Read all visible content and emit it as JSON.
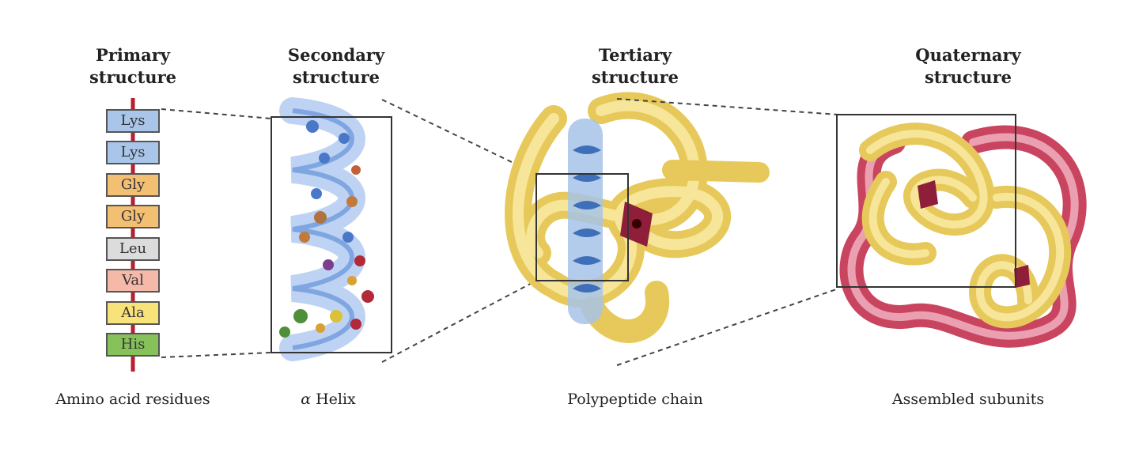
{
  "headings": {
    "primary": [
      "Primary",
      "structure"
    ],
    "secondary": [
      "Secondary",
      "structure"
    ],
    "tertiary": [
      "Tertiary",
      "structure"
    ],
    "quaternary": [
      "Quaternary",
      "structure"
    ]
  },
  "captions": {
    "primary": "Amino acid residues",
    "secondary_greek": "α",
    "secondary_rest": " Helix",
    "tertiary": "Polypeptide chain",
    "quaternary": "Assembled subunits"
  },
  "residues": [
    {
      "label": "Lys",
      "color": "#a9c6ea"
    },
    {
      "label": "Lys",
      "color": "#a9c6ea"
    },
    {
      "label": "Gly",
      "color": "#f3bf72"
    },
    {
      "label": "Gly",
      "color": "#f3bf72"
    },
    {
      "label": "Leu",
      "color": "#dcdcdc"
    },
    {
      "label": "Val",
      "color": "#f4b9a9"
    },
    {
      "label": "Ala",
      "color": "#f8e27a"
    },
    {
      "label": "His",
      "color": "#86c15a"
    }
  ],
  "colors": {
    "backbone": "#b5202f",
    "helix": "#6f9bdc",
    "chain_yellow": "#f1d76a",
    "subunit_red": "#c9445e"
  }
}
